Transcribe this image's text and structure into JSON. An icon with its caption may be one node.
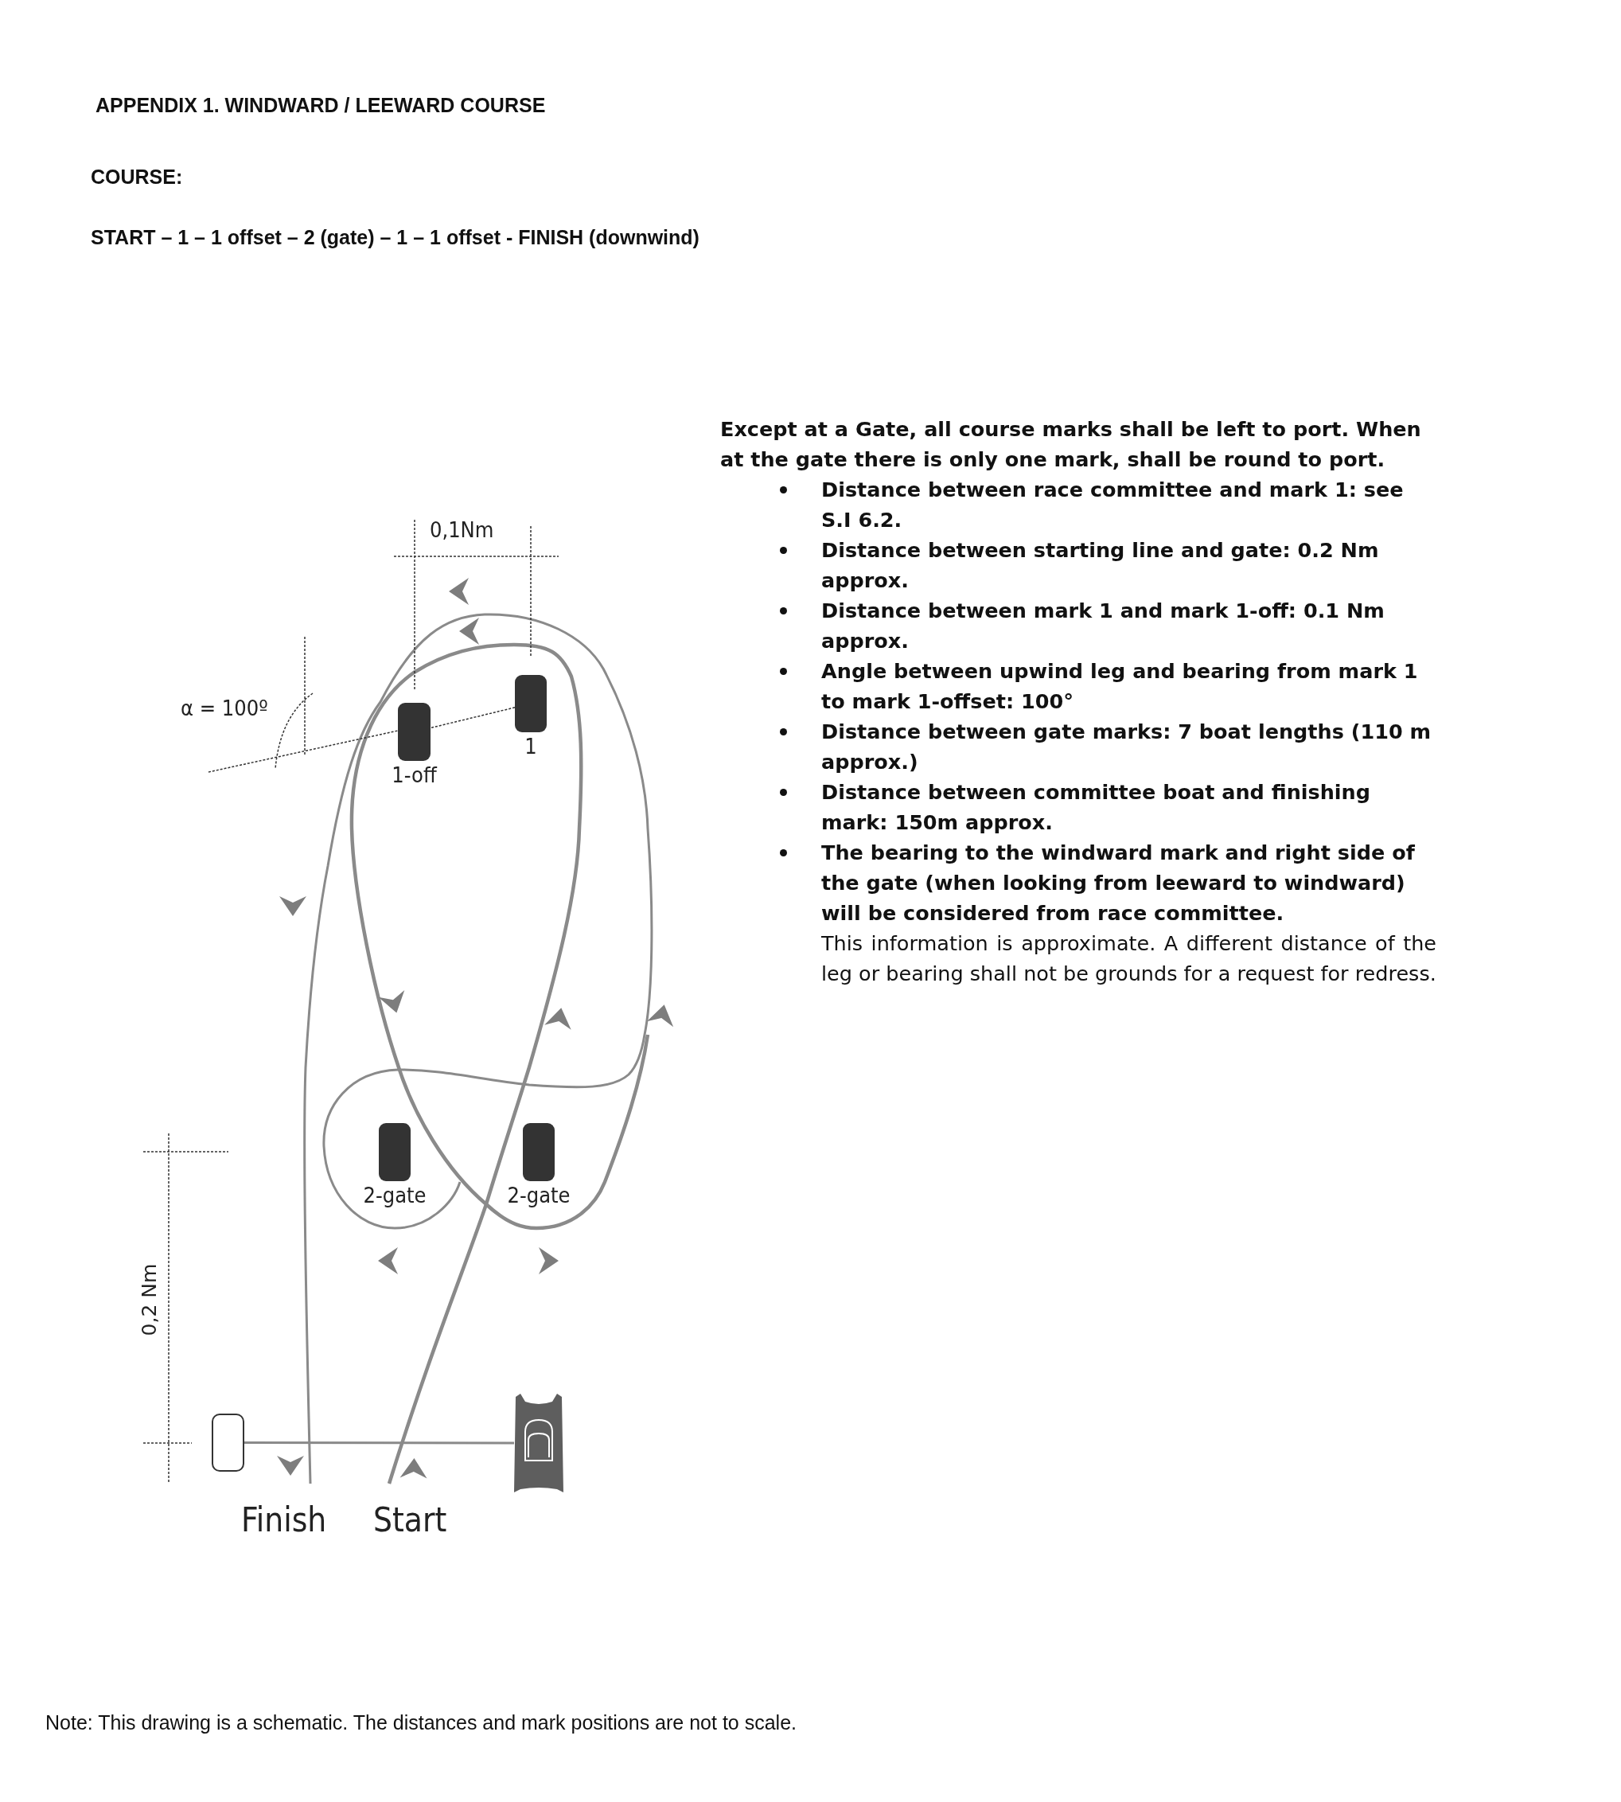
{
  "diagram": {
    "title": "APPENDIX 1. WINDWARD / LEEWARD COURSE",
    "caption": "Note: This drawing is a schematic. The distances and mark positions are not to scale.",
    "nodes": [
      {
        "text": [
          "1-off"
        ]
      },
      {
        "text": [
          "1"
        ]
      },
      {
        "text": [
          "2-gate"
        ]
      },
      {
        "text": [
          "2-gate"
        ]
      },
      {
        "text": [],
        "shape": "box"
      },
      {
        "text": [],
        "shape": "boat"
      }
    ],
    "edges": [
      {
        "from": 4,
        "to": 5,
        "arrow": "none"
      },
      {
        "from": 1,
        "to": 0,
        "arrow": "none",
        "style": "dashed",
        "color": "#333333"
      }
    ],
    "labels": [
      "COURSE:",
      "START – 1 – 1 offset – 2 (gate) – 1 – 1 offset - FINISH (downwind)",
      "Except at a Gate, all course marks shall be left to port. When at the gate there is only one mark, shall be round to port.",
      "Distance between race committee and mark 1: see S.I 6.2.",
      "Distance between starting line and gate: 0.2 Nm approx.",
      "Distance between mark 1 and mark 1-off: 0.1 Nm approx.",
      "Angle between upwind leg and bearing from mark 1 to mark 1-offset: 100°",
      "Distance between gate marks: 7 boat lengths (110 m approx.)",
      "Distance between committee boat and finishing mark: 150m approx.",
      "The bearing to the windward mark and right side of the gate (when looking from leeward to windward) will be considered from race committee.",
      "This information is approximate. A different distance of the leg or bearing shall not be grounds for a request for redress.",
      "0,1Nm",
      "α = 100º",
      "0,2 Nm",
      "Finish",
      "Start"
    ]
  }
}
